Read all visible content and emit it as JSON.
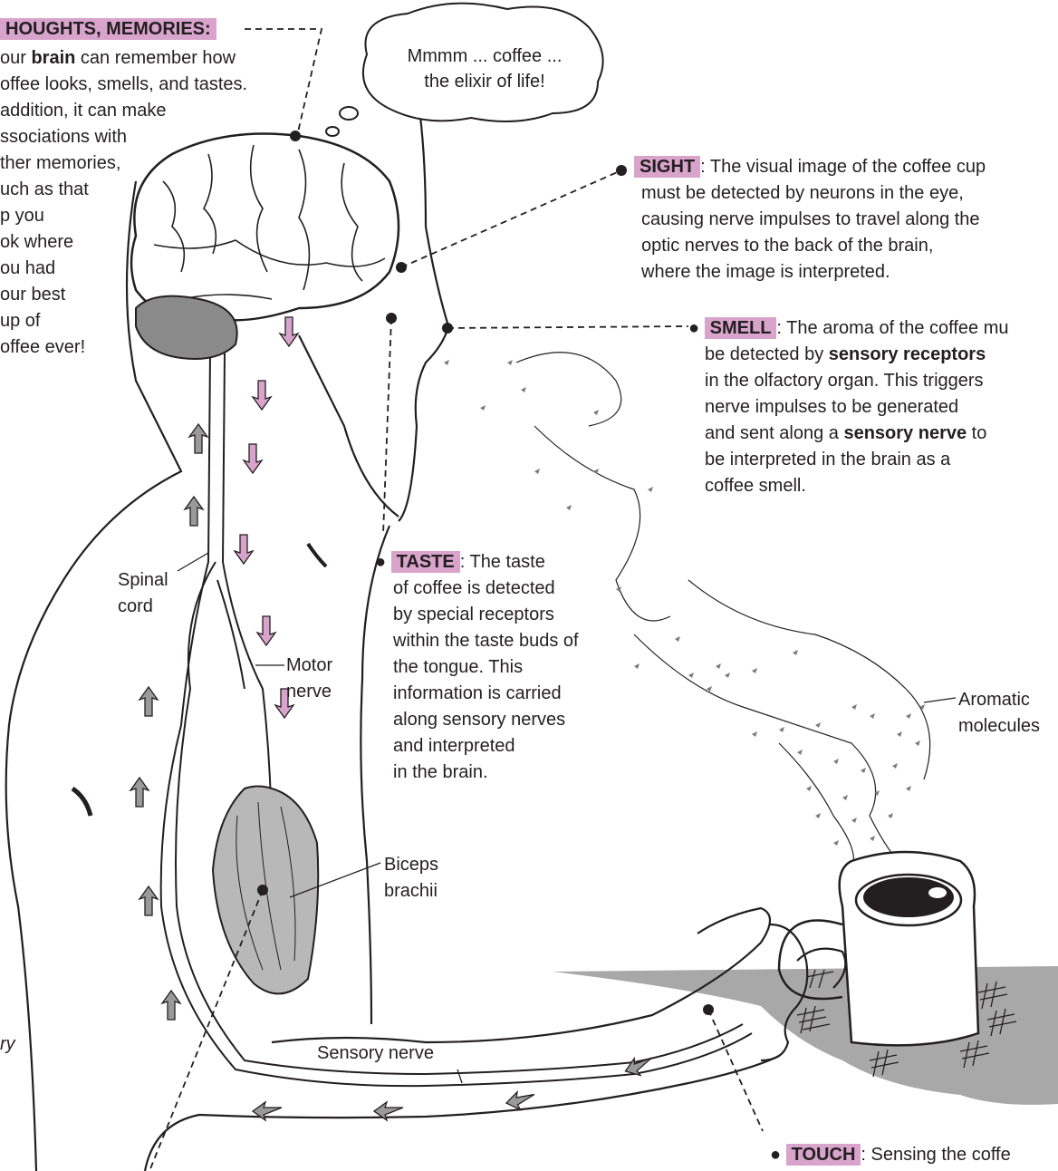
{
  "thought_bubble": {
    "line1": "Mmmm  ... coffee ...",
    "line2": "the elixir of life!"
  },
  "memories": {
    "heading": "HOUGHTS, MEMORIES:",
    "lines": [
      [
        "our ",
        "brain",
        " can remember how"
      ],
      [
        "offee looks, smells, and tastes."
      ],
      [
        "addition, it can make"
      ],
      [
        "ssociations with"
      ],
      [
        "ther memories,"
      ],
      [
        "uch as that"
      ],
      [
        "p you"
      ],
      [
        "ok where"
      ],
      [
        "ou had"
      ],
      [
        "our best"
      ],
      [
        "up of"
      ],
      [
        "offee ever!"
      ]
    ]
  },
  "sight": {
    "heading": "SIGHT",
    "line1": ":  The visual image of the coffee cup",
    "lines": [
      "must be detected by neurons in the eye,",
      "causing nerve impulses to travel along the",
      "optic nerves to the back of the brain,",
      "where the image is interpreted."
    ]
  },
  "smell": {
    "heading": "SMELL",
    "line1": ":  The aroma of the coffee mu",
    "line2a": "be detected by ",
    "line2b": "sensory receptors",
    "line3": "in the olfactory organ. This triggers",
    "line4": "nerve impulses to be generated",
    "line5a": "and sent along a ",
    "line5b": "sensory nerve",
    "line5c": " to",
    "line6": "be interpreted in the brain as a",
    "line7": "coffee smell."
  },
  "taste": {
    "heading": "TASTE",
    "line1": ":  The taste",
    "lines": [
      "of coffee is detected",
      "by special receptors",
      "within the taste buds of",
      "the tongue. This",
      "information is carried",
      "along sensory nerves",
      "and interpreted",
      "in the brain."
    ]
  },
  "touch": {
    "heading": "TOUCH",
    "text": ":  Sensing the coffe"
  },
  "labels": {
    "spinal_1": "Spinal",
    "spinal_2": "cord",
    "motor_1": "Motor",
    "motor_2": "nerve",
    "biceps_1": "Biceps",
    "biceps_2": "brachii",
    "aromatic_1": "Aromatic",
    "aromatic_2": "molecules",
    "sensory_nerve": "Sensory nerve",
    "left_fragment": "ry"
  },
  "colors": {
    "highlight": "#d9a4cc",
    "motor_arrow": "#d9a4cc",
    "sensory_arrow": "#9a9a9a",
    "muscle": "#b8b8b8",
    "table": "#a8a8a8"
  }
}
